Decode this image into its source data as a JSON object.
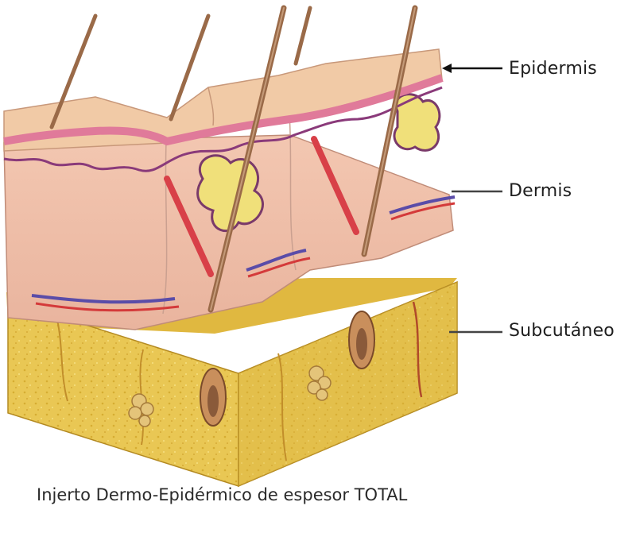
{
  "labels": {
    "epidermis": "Epidermis",
    "dermis": "Dermis",
    "subcutaneous": "Subcutáneo"
  },
  "caption": "Injerto Dermo-Epidérmico de espesor TOTAL",
  "colors": {
    "epidermis_surface": "#f2c7a4",
    "epidermis_pink": "#e07a9a",
    "dermis": "#f1c2ad",
    "subcutaneous": "#e8c650",
    "hair": "#9a6a48",
    "vessel_red": "#d43a3a",
    "vessel_blue": "#5a4ca8",
    "gland": "#efe07a"
  }
}
